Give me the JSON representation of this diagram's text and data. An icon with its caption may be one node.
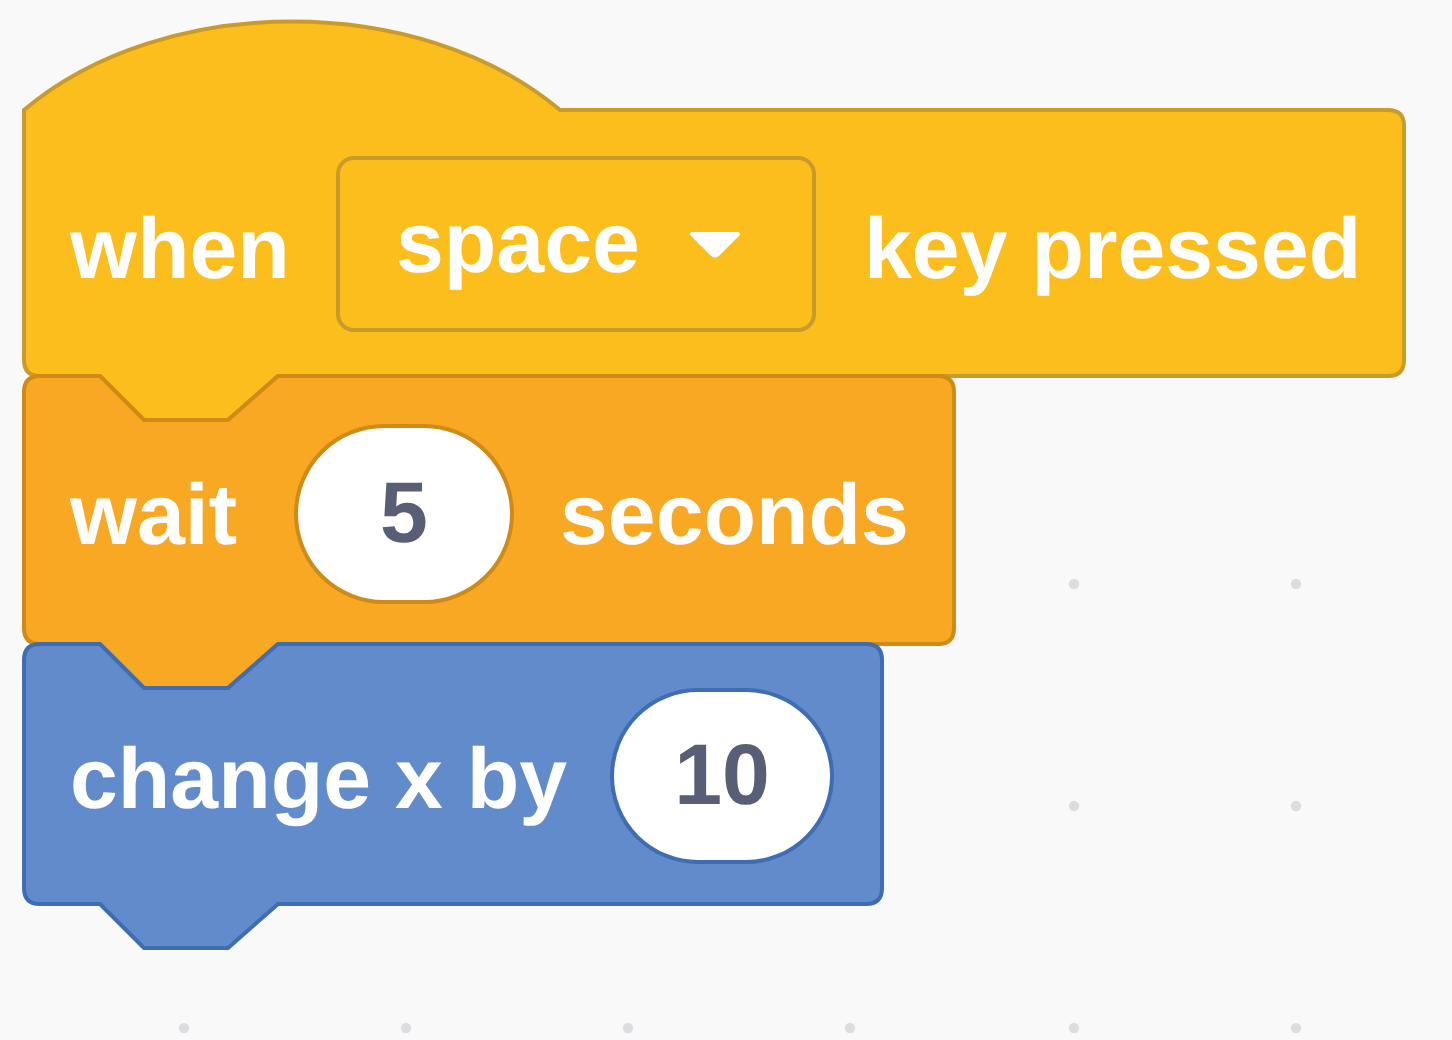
{
  "diagram": {
    "nodes": [
      {
        "text": [
          "when",
          "key pressed"
        ]
      },
      {
        "text": [
          "space"
        ],
        "in": 0
      },
      {
        "text": [
          "wait",
          "seconds"
        ]
      },
      {
        "text": [
          "5"
        ],
        "in": 2
      },
      {
        "text": [
          "change x by"
        ]
      },
      {
        "text": [
          "10"
        ],
        "in": 4
      }
    ],
    "edges": []
  }
}
